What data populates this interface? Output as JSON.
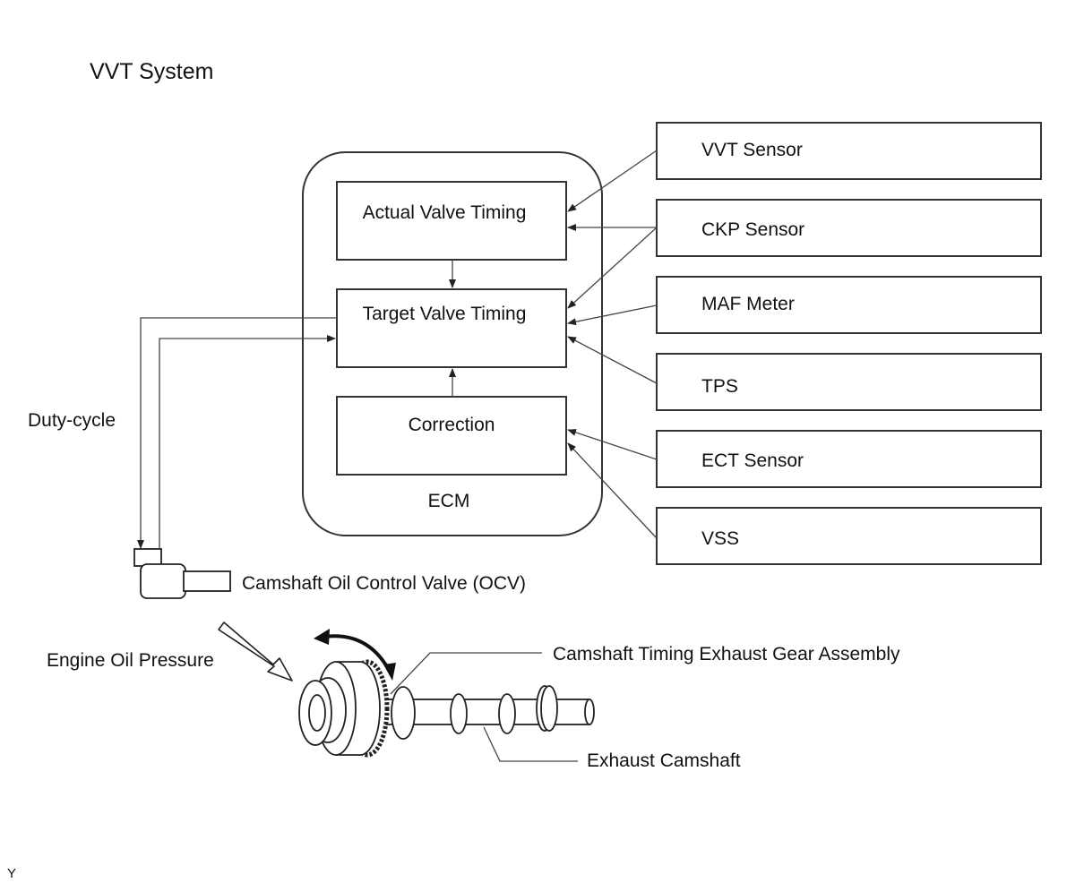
{
  "title": "VVT System",
  "ecm": {
    "label": "ECM",
    "actual_valve_timing": "Actual Valve Timing",
    "target_valve_timing": "Target Valve Timing",
    "correction": "Correction"
  },
  "sensors": {
    "vvt_sensor": "VVT Sensor",
    "ckp_sensor": "CKP Sensor",
    "maf_meter": "MAF Meter",
    "tps": "TPS",
    "ect_sensor": "ECT Sensor",
    "vss": "VSS"
  },
  "labels": {
    "duty_cycle": "Duty-cycle",
    "ocv": "Camshaft Oil Control Valve (OCV)",
    "engine_oil_pressure": "Engine Oil Pressure",
    "gear_assembly": "Camshaft Timing Exhaust Gear Assembly",
    "exhaust_camshaft": "Exhaust Camshaft"
  },
  "footer_code": "Y"
}
